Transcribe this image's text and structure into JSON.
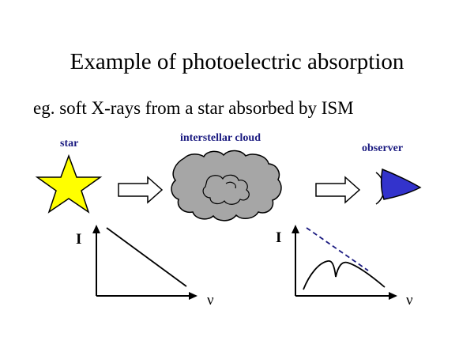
{
  "title": "Example of photoelectric absorption",
  "subtitle": "eg. soft X-rays from a star absorbed by ISM",
  "labels": {
    "star": "star",
    "cloud": "interstellar cloud",
    "observer": "observer"
  },
  "plots": {
    "left": {
      "y_label": "I",
      "x_label": "ν"
    },
    "right": {
      "y_label": "I",
      "x_label": "ν"
    }
  },
  "colors": {
    "star_fill": "#ffff00",
    "cloud_fill": "#a6a6a6",
    "observer_fill": "#3333cc",
    "label_color": "#1a1a80",
    "dashed_line": "#1a1a80"
  }
}
